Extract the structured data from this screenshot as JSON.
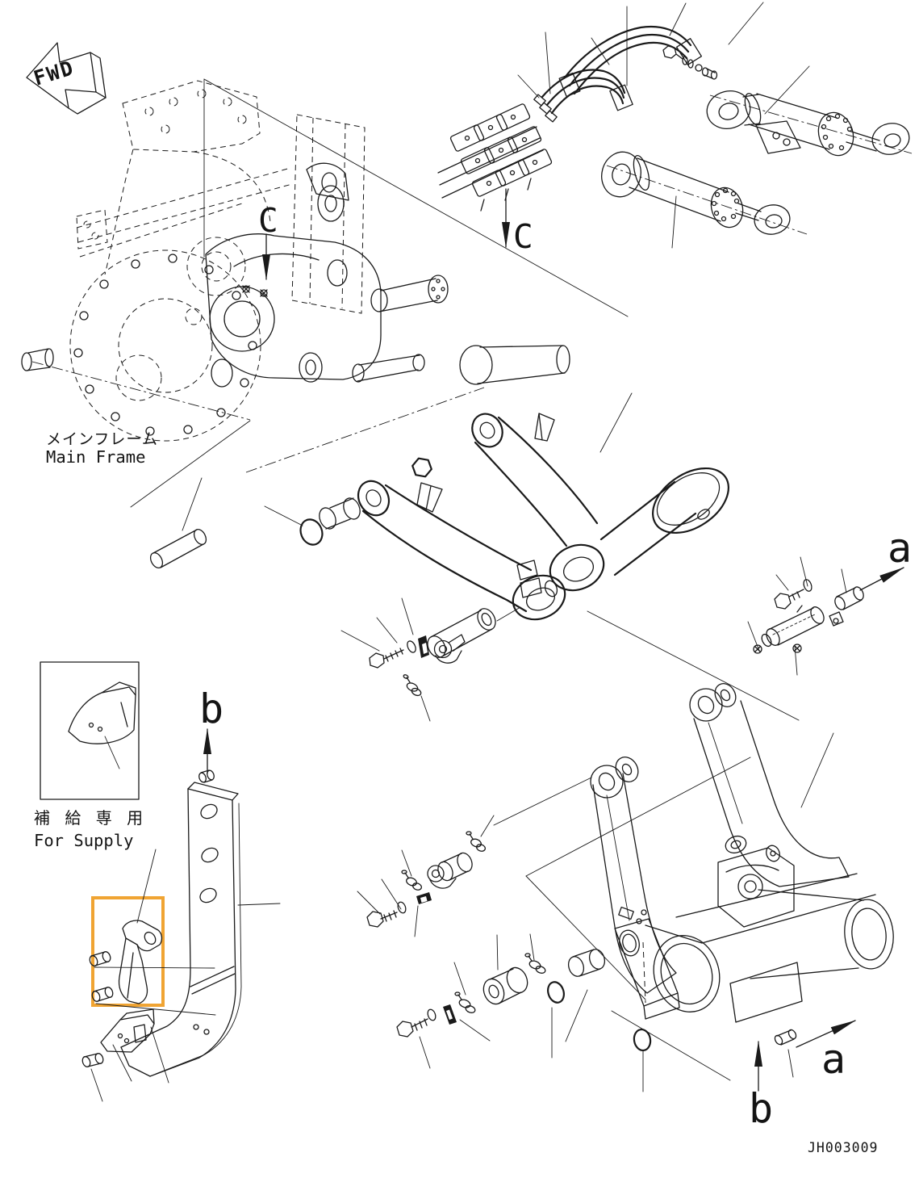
{
  "labels": {
    "fwd": "FWD",
    "main_frame_jp": "メインフレーム",
    "main_frame_en": "Main Frame",
    "supply_jp": "補 給 専 用",
    "supply_en": "For Supply",
    "section_c_upper": "C",
    "section_c_lower": "C",
    "view_a_upper": "a",
    "view_a_lower": "a",
    "view_b_upper": "b",
    "view_b_lower": "b",
    "drawing_number": "JH003009"
  },
  "colors": {
    "line": "#1a1a1a",
    "background": "#ffffff",
    "highlight_box": "#f0a433"
  },
  "components": [
    "main-frame-assembly",
    "hydraulic-manifold",
    "hydraulic-tubes",
    "tilt-cylinder-upper",
    "tilt-cylinder-lower",
    "ripper-arm-assembly",
    "arm-pin-group",
    "mount-pin-group-a",
    "ripper-beam-assembly",
    "ripper-shank",
    "shank-protector-bracket",
    "ripper-tooth",
    "supply-tooth-inset"
  ]
}
